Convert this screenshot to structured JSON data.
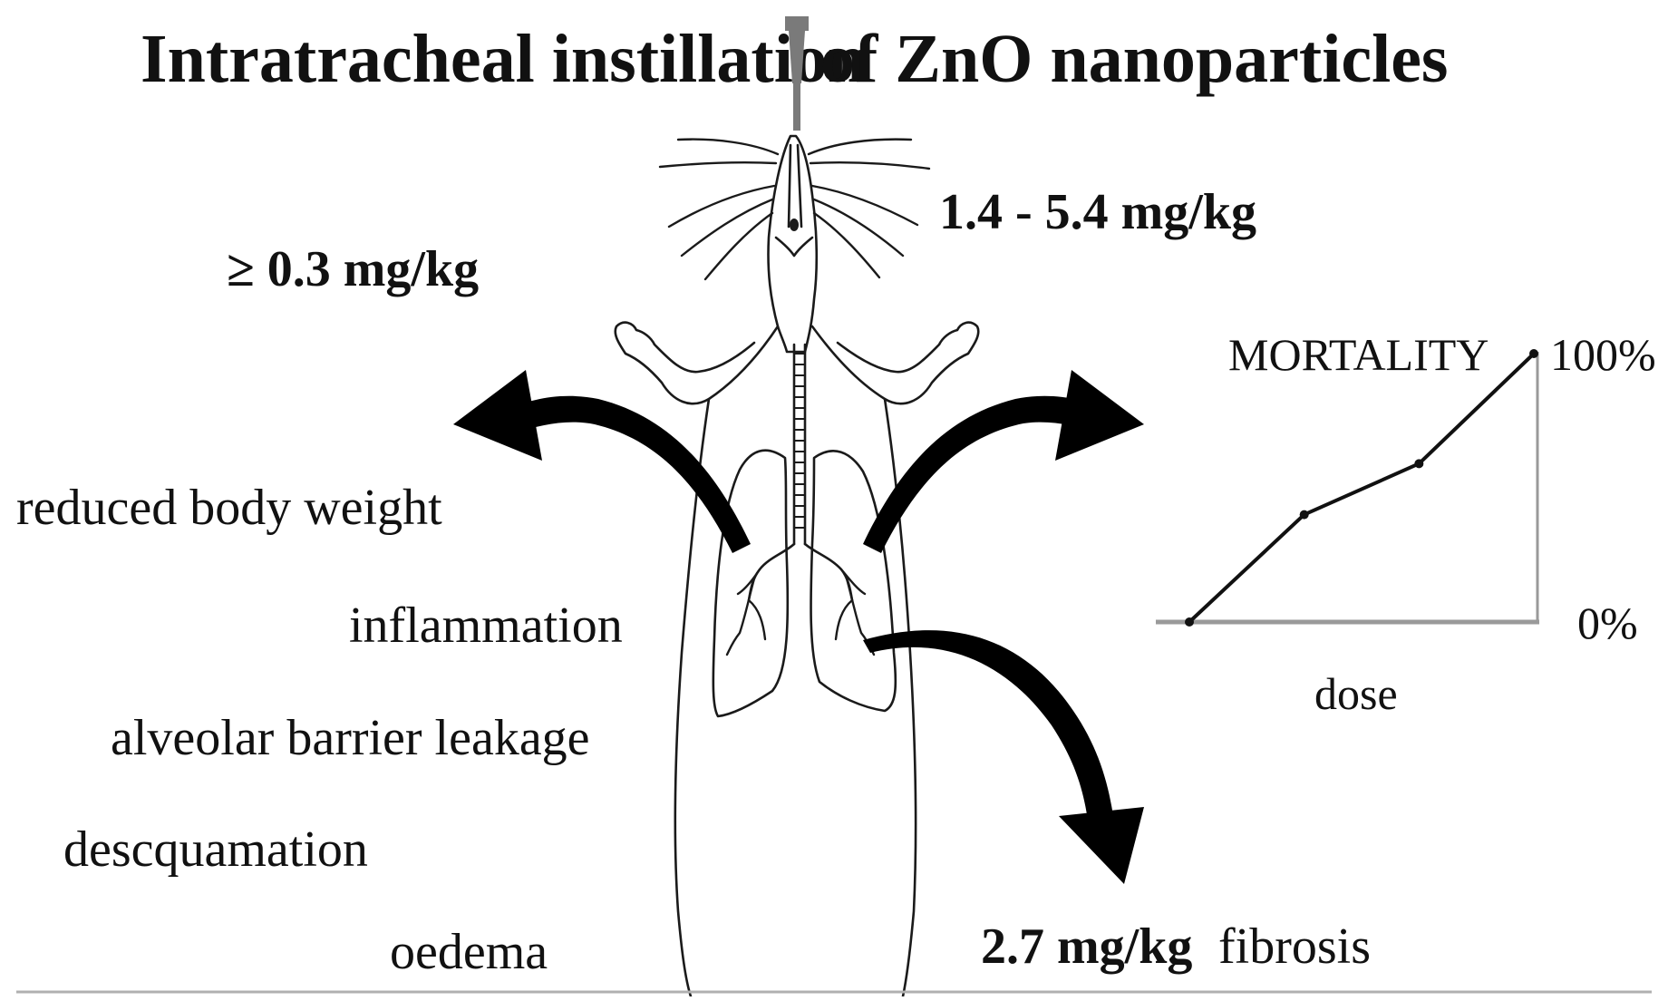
{
  "title": {
    "left": "Intratracheal instillation",
    "right": "of ZnO nanoparticles"
  },
  "doses": {
    "low": "≥ 0.3 mg/kg",
    "mortality_range": "1.4 - 5.4 mg/kg",
    "fibrosis": "2.7 mg/kg"
  },
  "effects": [
    "reduced body weight",
    "inflammation",
    "alveolar barrier leakage",
    "descquamation",
    "oedema"
  ],
  "fibrosis_label": "fibrosis",
  "chart_data": {
    "type": "line",
    "title": "MORTALITY",
    "xlabel": "dose",
    "ylabel": "",
    "y_tick_labels": [
      "0%",
      "100%"
    ],
    "ylim": [
      0,
      100
    ],
    "series": [
      {
        "values": [
          0,
          40,
          59,
          100
        ]
      }
    ],
    "grid": false
  },
  "colors": {
    "ink": "#111111",
    "syringe": "#7a7a7a",
    "axis": "#9a9a9a",
    "ground": "#b0b0b0"
  }
}
